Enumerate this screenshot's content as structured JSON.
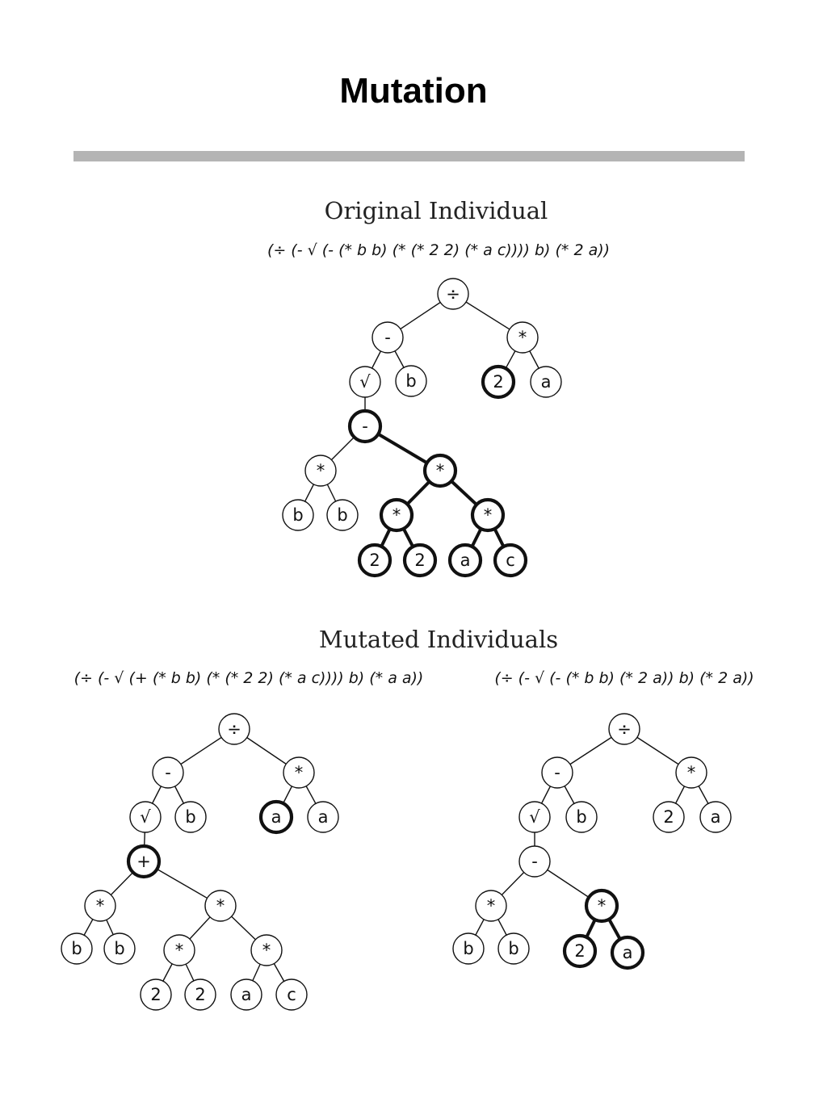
{
  "title": "Mutation",
  "original": {
    "heading": "Original Individual",
    "expression": "(÷ (- √ (- (* b b) (* (* 2 2) (* a c)))) b) (* 2 a))",
    "nodes": [
      {
        "label": "÷"
      },
      {
        "label": "-"
      },
      {
        "label": "*"
      },
      {
        "label": "√"
      },
      {
        "label": "b"
      },
      {
        "label": "2",
        "highlight": true
      },
      {
        "label": "a"
      },
      {
        "label": "-",
        "highlight": true
      },
      {
        "label": "*"
      },
      {
        "label": "*",
        "highlight": true
      },
      {
        "label": "b"
      },
      {
        "label": "b"
      },
      {
        "label": "*",
        "highlight": true
      },
      {
        "label": "*",
        "highlight": true
      },
      {
        "label": "2",
        "highlight": true
      },
      {
        "label": "2",
        "highlight": true
      },
      {
        "label": "a",
        "highlight": true
      },
      {
        "label": "c",
        "highlight": true
      }
    ]
  },
  "mutated": {
    "heading": "Mutated Individuals",
    "left": {
      "expression": "(÷ (- √ (+ (* b b) (* (* 2 2) (* a c)))) b) (* a a))",
      "nodes": [
        {
          "label": "÷"
        },
        {
          "label": "-"
        },
        {
          "label": "*"
        },
        {
          "label": "√"
        },
        {
          "label": "b"
        },
        {
          "label": "a",
          "highlight": true
        },
        {
          "label": "a"
        },
        {
          "label": "+",
          "highlight": true
        },
        {
          "label": "*"
        },
        {
          "label": "*"
        },
        {
          "label": "b"
        },
        {
          "label": "b"
        },
        {
          "label": "*"
        },
        {
          "label": "*"
        },
        {
          "label": "2"
        },
        {
          "label": "2"
        },
        {
          "label": "a"
        },
        {
          "label": "c"
        }
      ]
    },
    "right": {
      "expression": "(÷ (- √ (- (* b b) (* 2 a)) b) (* 2 a))",
      "nodes": [
        {
          "label": "÷"
        },
        {
          "label": "-"
        },
        {
          "label": "*"
        },
        {
          "label": "√"
        },
        {
          "label": "b"
        },
        {
          "label": "2"
        },
        {
          "label": "a"
        },
        {
          "label": "-"
        },
        {
          "label": "*"
        },
        {
          "label": "*",
          "highlight": true
        },
        {
          "label": "b"
        },
        {
          "label": "b"
        },
        {
          "label": "2",
          "highlight": true
        },
        {
          "label": "a",
          "highlight": true
        }
      ]
    }
  }
}
